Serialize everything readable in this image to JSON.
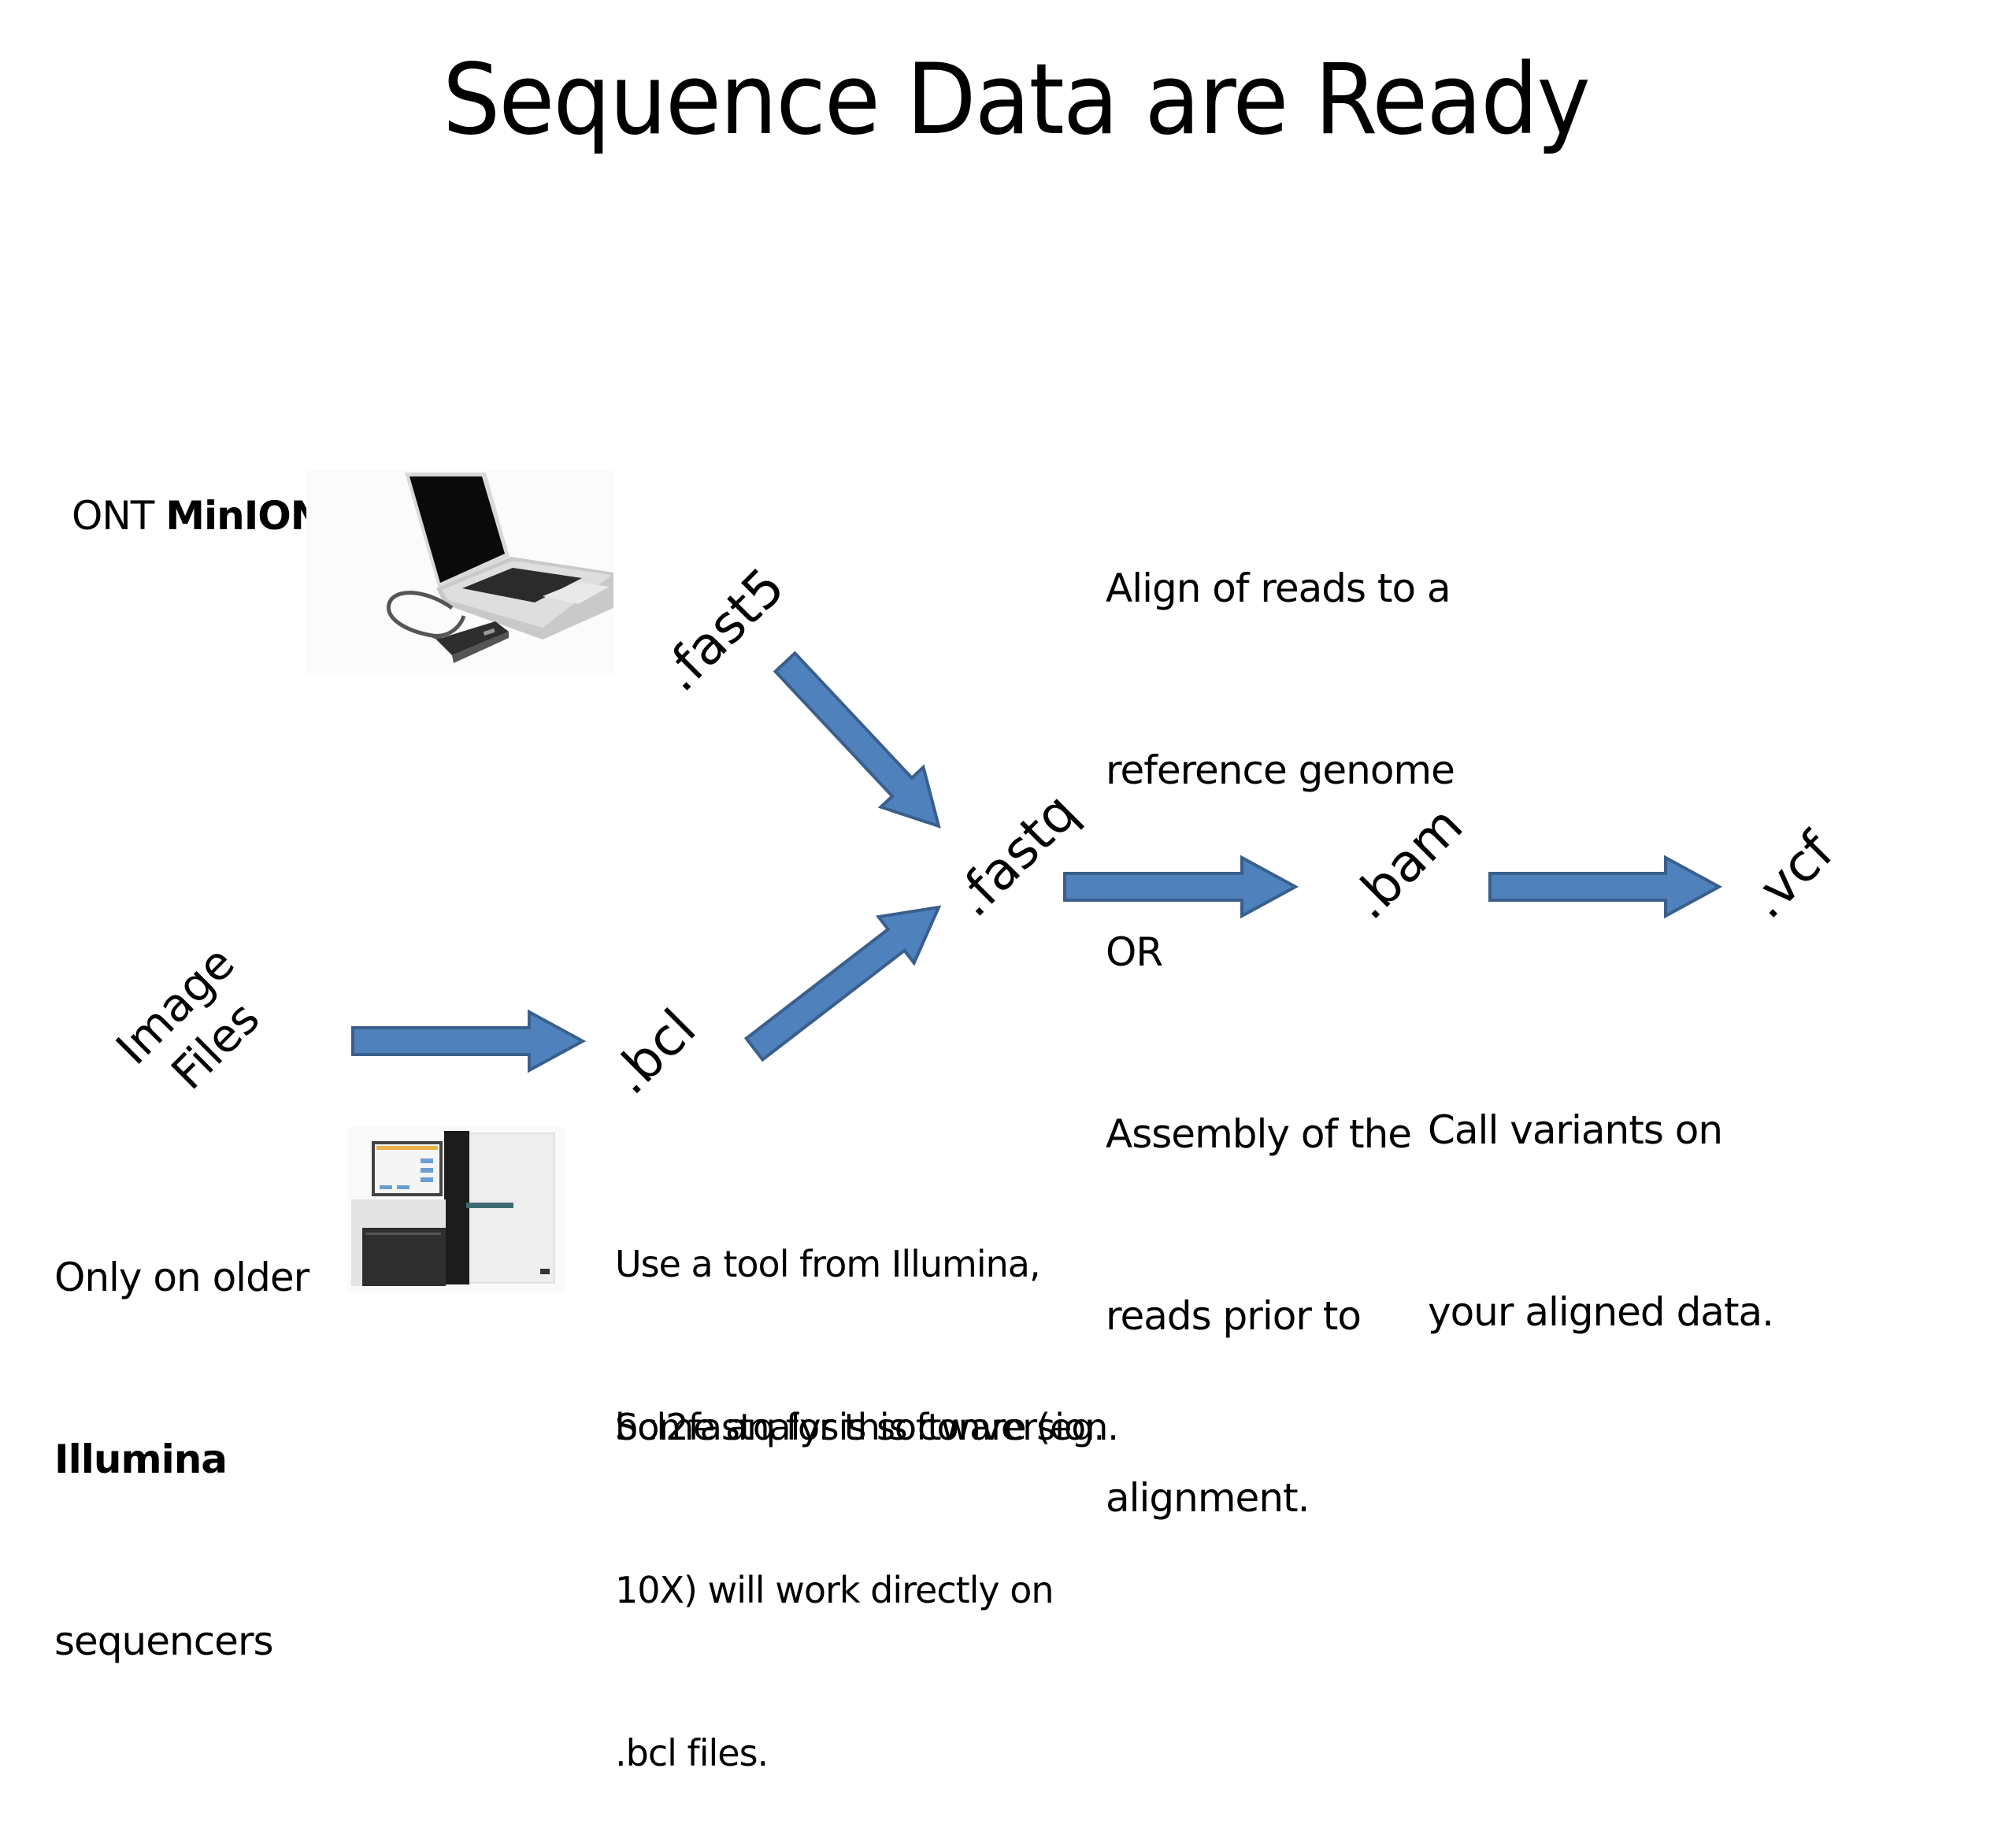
{
  "slide": {
    "title": "Sequence Data are Ready",
    "colors": {
      "arrow_fill": "#4F81BD",
      "arrow_stroke": "#3A5F8C",
      "text": "#000000",
      "background": "#FFFFFF"
    }
  },
  "sources": {
    "minion": {
      "prefix": "ONT ",
      "name": "MinION",
      "image_label": "laptop-with-minion-device"
    },
    "illumina": {
      "line1": "Only on older",
      "name": "Illumina",
      "line3": "sequencers",
      "image_label": "illumina-sequencer"
    }
  },
  "nodes": {
    "image_files": "Image\nFiles",
    "fast5": ".fast5",
    "bcl": ".bcl",
    "fastq": ".fastq",
    "bam": ".bam",
    "vcf": ".vcf"
  },
  "edges": [
    {
      "from": "fast5",
      "to": "fastq"
    },
    {
      "from": "image_files",
      "to": "bcl"
    },
    {
      "from": "bcl",
      "to": "fastq"
    },
    {
      "from": "fastq",
      "to": "bam"
    },
    {
      "from": "bam",
      "to": "vcf"
    }
  ],
  "notes": {
    "alignment": [
      "Align of reads to a",
      "reference genome",
      "OR",
      "Assembly of the",
      "reads prior to",
      "alignment."
    ],
    "variant_calling": [
      "Call variants on",
      "your aligned data."
    ],
    "bcl_conversion": [
      "Use a tool from Illumina,",
      "bcl2fastq for this conversion."
    ],
    "bcl_direct": [
      "Some analysis software (eg.",
      "10X) will work directly on",
      ".bcl files."
    ]
  }
}
